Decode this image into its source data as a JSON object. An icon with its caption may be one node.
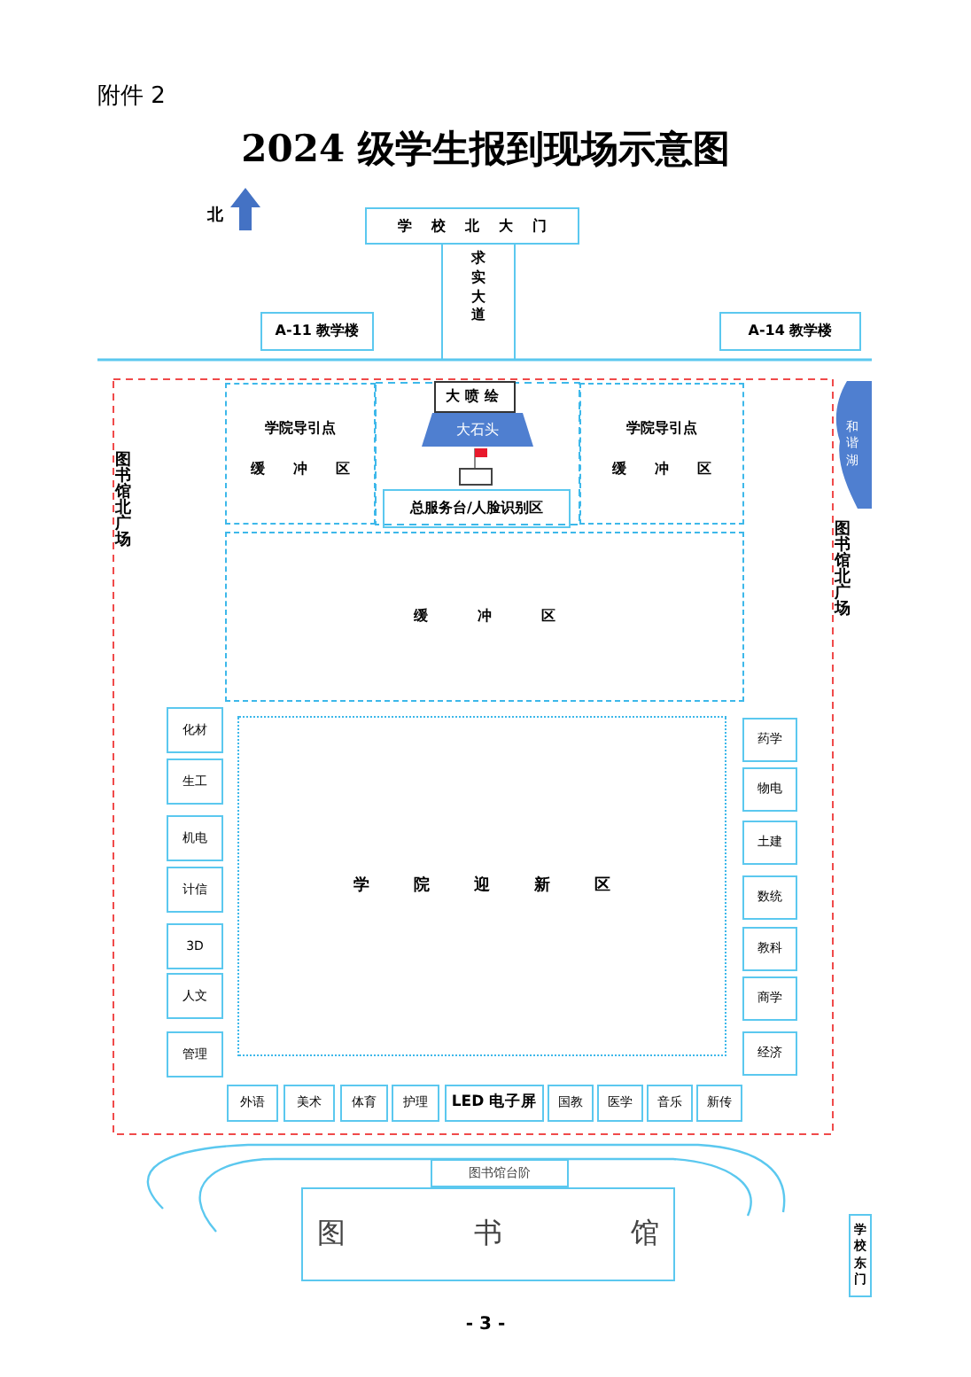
{
  "diagram": {
    "title": "2024 级学生报到现场示意图",
    "nodes": [
      {
        "text": [
          "学校北大门"
        ]
      },
      {
        "text": [
          "求实大道"
        ]
      },
      {
        "text": [
          "A-11 教学楼"
        ]
      },
      {
        "text": [
          "A-14 教学楼"
        ]
      },
      {
        "text": [
          "学院导引点",
          "缓冲区"
        ]
      },
      {
        "text": [
          "大喷绘"
        ]
      },
      {
        "text": [
          "大石头"
        ]
      },
      {
        "text": [],
        "shape": "box"
      },
      {
        "text": [
          "总服务台/人脸识别区"
        ]
      },
      {
        "text": [
          "学院导引点",
          "缓冲区"
        ]
      },
      {
        "text": [
          "缓冲区"
        ]
      },
      {
        "text": [
          "学院迎新区"
        ]
      },
      {
        "text": [
          "化材"
        ]
      },
      {
        "text": [
          "生工"
        ]
      },
      {
        "text": [
          "机电"
        ]
      },
      {
        "text": [
          "计信"
        ]
      },
      {
        "text": [
          "3D"
        ]
      },
      {
        "text": [
          "人文"
        ]
      },
      {
        "text": [
          "管理"
        ]
      },
      {
        "text": [
          "药学"
        ]
      },
      {
        "text": [
          "物电"
        ]
      },
      {
        "text": [
          "土建"
        ]
      },
      {
        "text": [
          "数统"
        ]
      },
      {
        "text": [
          "教科"
        ]
      },
      {
        "text": [
          "商学"
        ]
      },
      {
        "text": [
          "经济"
        ]
      },
      {
        "text": [
          "外语"
        ]
      },
      {
        "text": [
          "美术"
        ]
      },
      {
        "text": [
          "体育"
        ]
      },
      {
        "text": [
          "护理"
        ]
      },
      {
        "text": [
          "LED 电子屏"
        ]
      },
      {
        "text": [
          "国教"
        ]
      },
      {
        "text": [
          "医学"
        ]
      },
      {
        "text": [
          "音乐"
        ]
      },
      {
        "text": [
          "新传"
        ]
      },
      {
        "text": [
          "图书馆台阶"
        ]
      },
      {
        "text": [
          "图书馆"
        ]
      },
      {
        "text": [
          "学校东门"
        ]
      },
      {
        "text": [
          "和谐湖"
        ]
      }
    ],
    "labels": [
      "附件 2",
      "北",
      "图书馆北广场",
      "图书馆北广场",
      "- 3 -"
    ]
  }
}
